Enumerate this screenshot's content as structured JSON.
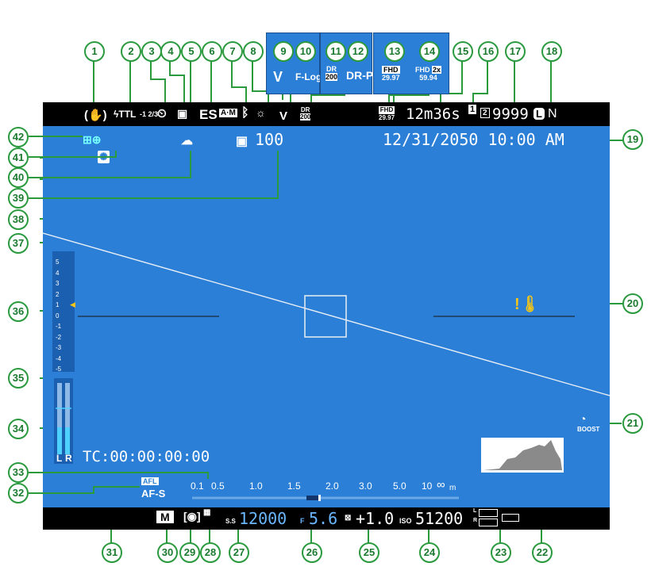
{
  "colors": {
    "screen": "#2b7fd6",
    "bar": "#000000",
    "callout": "#2b9a3e",
    "warn": "#f5c518",
    "guide": "#e8eef6"
  },
  "top_bar": {
    "flash_mode": "TTL",
    "flash_comp": "-1 2/3",
    "shutter_type": "ES",
    "af_mode_badge": "A·M",
    "movie_badge": "FHD",
    "movie_fps": "29.97",
    "rec_time": "12m36s",
    "card_slot_1": "1",
    "card_slot_2": "2",
    "frames_remaining": "9999",
    "image_size": "L",
    "image_quality": "N",
    "dr_label": "DR",
    "dr_value": "200"
  },
  "insets": {
    "film_sim": {
      "log_label": "F-Log"
    },
    "dynamic_range": {
      "dr_label": "DR",
      "dr_value": "200",
      "dr_priority": "DR-P"
    },
    "movie": {
      "fhd_1": "FHD",
      "fps_1": "29.97",
      "fhd_2": "FHD",
      "speed": "2x",
      "fps_2": "59.94"
    }
  },
  "screen": {
    "datetime": "12/31/2050 10:00 AM",
    "iso_boost_value": "100",
    "boost_label": "BOOST",
    "timecode": "TC:00:00:00:00",
    "afl_label": "AFL",
    "focus_mode": "AF-S",
    "audio_l": "L",
    "audio_r": "R",
    "exposure_scale": [
      "5",
      "4",
      "3",
      "2",
      "1",
      "0",
      "-1",
      "-2",
      "-3",
      "-4",
      "-5"
    ],
    "distance_scale": [
      "0.1",
      "0.5",
      "1.0",
      "1.5",
      "2.0",
      "3.0",
      "5.0",
      "10",
      "∞",
      "m"
    ]
  },
  "bottom_bar": {
    "exposure_mode": "M",
    "shutter_prefix": "S.S",
    "shutter_speed": "12000",
    "aperture_prefix": "F",
    "aperture": "5.6",
    "exp_comp": "+1.0",
    "iso_prefix": "ISO",
    "iso": "51200",
    "battery_l": "L",
    "battery_r": "R"
  },
  "callouts": [
    "1",
    "2",
    "3",
    "4",
    "5",
    "6",
    "7",
    "8",
    "9",
    "10",
    "11",
    "12",
    "13",
    "14",
    "15",
    "16",
    "17",
    "18",
    "19",
    "20",
    "21",
    "22",
    "23",
    "24",
    "25",
    "26",
    "27",
    "28",
    "29",
    "30",
    "31",
    "32",
    "33",
    "34",
    "35",
    "36",
    "37",
    "38",
    "39",
    "40",
    "41",
    "42"
  ]
}
